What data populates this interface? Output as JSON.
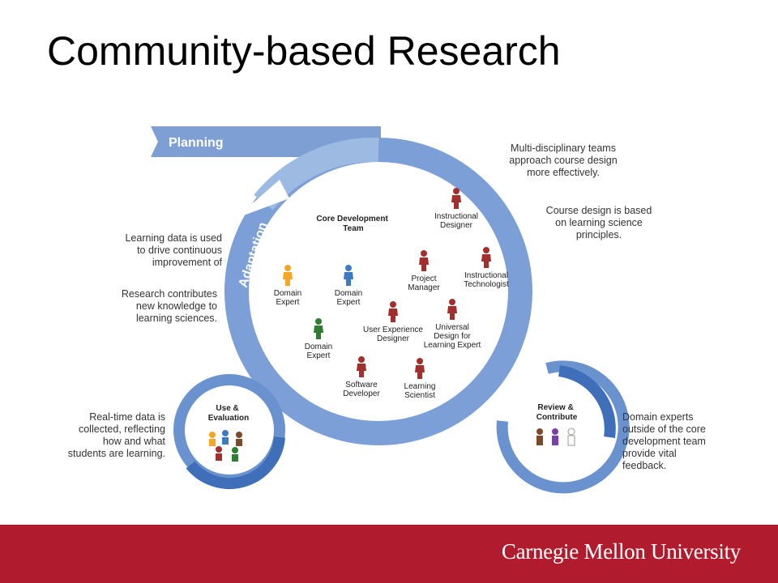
{
  "title": "Community-based Research",
  "colors": {
    "ring_blue": "#5d88c8",
    "ring_light": "#8fb0dc",
    "banner_blue": "#7d9fd4",
    "person_red": "#a32e2e",
    "person_orange": "#f5a623",
    "person_blue": "#3c7bc4",
    "person_green": "#2f7d32",
    "footer_red": "#b01c2e"
  },
  "diagram": {
    "planning_label": "Planning",
    "adaptation_label": "Adaptation",
    "core_team_label": [
      "Core Development",
      "Team"
    ],
    "roles": {
      "instructional_designer": [
        "Instructional",
        "Designer"
      ],
      "instructional_technologist": [
        "Instructional",
        "Technologist"
      ],
      "project_manager": [
        "Project",
        "Manager"
      ],
      "domain_expert_orange": [
        "Domain",
        "Expert"
      ],
      "domain_expert_blue": [
        "Domain",
        "Expert"
      ],
      "domain_expert_green": [
        "Domain",
        "Expert"
      ],
      "ux_designer": [
        "User Experience",
        "Designer"
      ],
      "universal_design": [
        "Universal",
        "Design for",
        "Learning Expert"
      ],
      "software_developer": [
        "Software",
        "Developer"
      ],
      "learning_scientist": [
        "Learning",
        "Scientist"
      ]
    },
    "use_eval_label": [
      "Use &",
      "Evaluation"
    ],
    "review_label": [
      "Review &",
      "Contribute"
    ]
  },
  "notes": {
    "multi_disciplinary": [
      "Multi-disciplinary teams",
      "approach course design",
      "more effectively."
    ],
    "course_design": [
      "Course design is based",
      "on learning science",
      "principles."
    ],
    "learning_data": [
      "Learning data is used",
      "to drive continuous",
      "improvement of"
    ],
    "research": [
      "Research contributes",
      "new knowledge to",
      "learning sciences."
    ],
    "realtime": [
      "Real-time data is",
      "collected, reflecting",
      "how and what",
      "students are learning."
    ],
    "domain_experts": [
      "Domain experts",
      "outside of the core",
      "development team",
      "provide vital",
      "feedback."
    ]
  },
  "footer": {
    "institution": "Carnegie Mellon University"
  }
}
